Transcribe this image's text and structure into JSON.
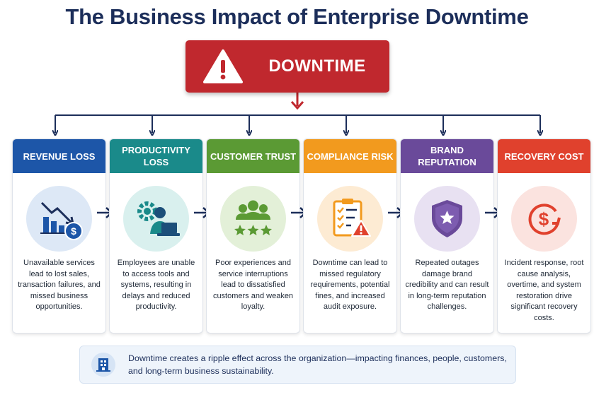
{
  "title": "The Business Impact of Enterprise Downtime",
  "banner": {
    "label": "DOWNTIME",
    "icon": "warning-triangle-icon",
    "color": "#c0282e"
  },
  "cards": [
    {
      "title": "REVENUE LOSS",
      "color": "#1d56a8",
      "tint": "#dde8f6",
      "icon": "declining-chart-dollar-icon",
      "description": "Unavailable services lead to lost sales, transaction failures, and missed business opportunities."
    },
    {
      "title": "PRODUCTIVITY LOSS",
      "color": "#1a8a8a",
      "tint": "#d9f0ee",
      "icon": "gear-worker-laptop-icon",
      "description": "Employees are unable to access tools and systems, resulting in delays and reduced productivity."
    },
    {
      "title": "CUSTOMER TRUST",
      "color": "#5b9a34",
      "tint": "#e3f0d8",
      "icon": "customers-stars-icon",
      "description": "Poor experiences and service interruptions lead to dissatisfied customers and weaken loyalty."
    },
    {
      "title": "COMPLIANCE RISK",
      "color": "#f29a1e",
      "tint": "#fdebd3",
      "icon": "checklist-warning-icon",
      "description": "Downtime can lead to missed regulatory requirements, potential fines, and increased audit exposure."
    },
    {
      "title": "BRAND REPUTATION",
      "color": "#6a4a9a",
      "tint": "#e8e1f2",
      "icon": "shield-star-icon",
      "description": "Repeated outages damage brand credibility and can result in long-term reputation challenges."
    },
    {
      "title": "RECOVERY COST",
      "color": "#e0412d",
      "tint": "#fbe3df",
      "icon": "dollar-recovery-icon",
      "description": "Incident response, root cause analysis, overtime, and system restoration drive significant recovery costs."
    }
  ],
  "footer": {
    "icon": "building-icon",
    "text": "Downtime creates a ripple effect across the organization—impacting finances, people, customers, and long-term business sustainability."
  }
}
